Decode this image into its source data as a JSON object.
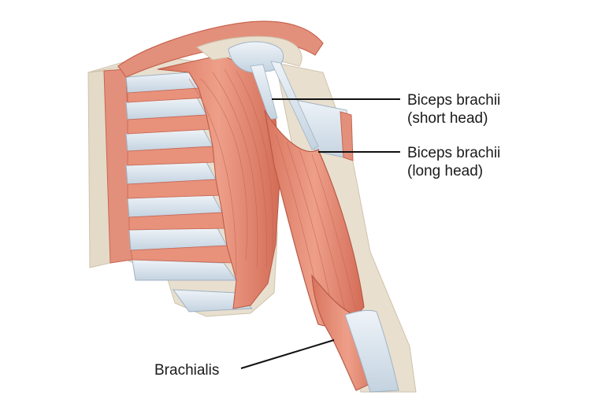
{
  "labels": {
    "short_head": {
      "line1": "Biceps brachii",
      "line2": "(short head)"
    },
    "long_head": {
      "line1": "Biceps brachii",
      "line2": "(long head)"
    },
    "brachialis": "Brachialis"
  },
  "colors": {
    "background": "#ffffff",
    "bone": "#e8dfcf",
    "bone_shadow": "#d6cbb6",
    "muscle": "#e8917b",
    "muscle_dark": "#c9654f",
    "muscle_light": "#f2b3a2",
    "tendon": "#dbe6ef",
    "tendon_shadow": "#b9c9d8",
    "leader_line": "#111111"
  }
}
